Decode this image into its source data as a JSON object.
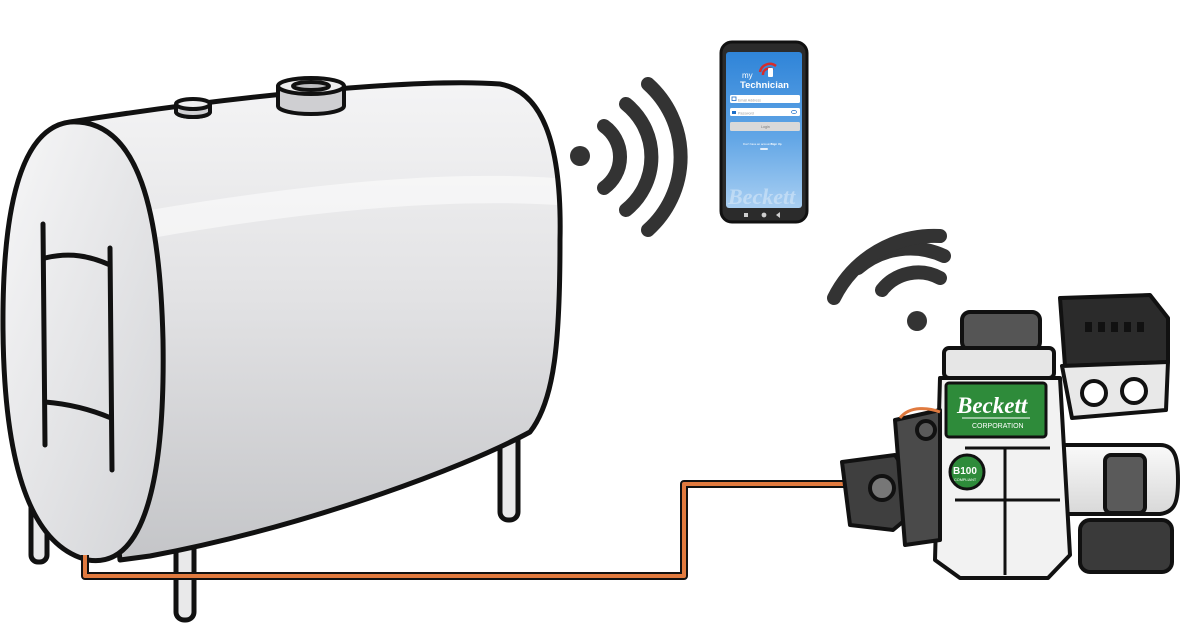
{
  "phone": {
    "app_name_line1": "my",
    "app_name_line2": "Technician",
    "email_placeholder": "Email Address",
    "password_placeholder": "Password",
    "login_label": "Login",
    "signup_prompt": "Don't have an account?",
    "signup_link": "Sign Up",
    "watermark": "Beckett"
  },
  "burner": {
    "brand": "Beckett",
    "brand_sub": "CORPORATION",
    "badge_main": "B100",
    "badge_sub": "COMPLIANT"
  },
  "colors": {
    "fuel_line": "#e07a3f",
    "brand_green": "#2e8b3a",
    "phone_accent": "#1e6fc8",
    "signal": "#333333"
  },
  "icons": [
    "wifi-signal-icon",
    "email-icon",
    "lock-icon",
    "eye-icon"
  ]
}
